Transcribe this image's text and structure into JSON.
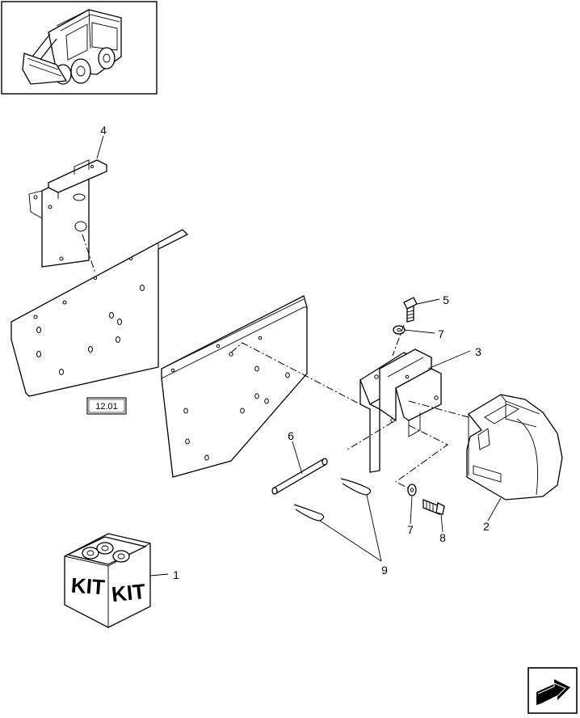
{
  "diagram": {
    "reference_box": "12.01",
    "kit_labels": [
      "KIT",
      "KIT"
    ],
    "callouts": [
      {
        "id": "c1",
        "text": "1"
      },
      {
        "id": "c2",
        "text": "2"
      },
      {
        "id": "c3",
        "text": "3"
      },
      {
        "id": "c4",
        "text": "4"
      },
      {
        "id": "c5",
        "text": "5"
      },
      {
        "id": "c6",
        "text": "6"
      },
      {
        "id": "c7a",
        "text": "7"
      },
      {
        "id": "c7b",
        "text": "7"
      },
      {
        "id": "c8",
        "text": "8"
      },
      {
        "id": "c9",
        "text": "9"
      }
    ],
    "icons": {
      "thumbnail": "skid-steer-loader-icon",
      "navigation": "next-page-arrow-icon"
    }
  }
}
